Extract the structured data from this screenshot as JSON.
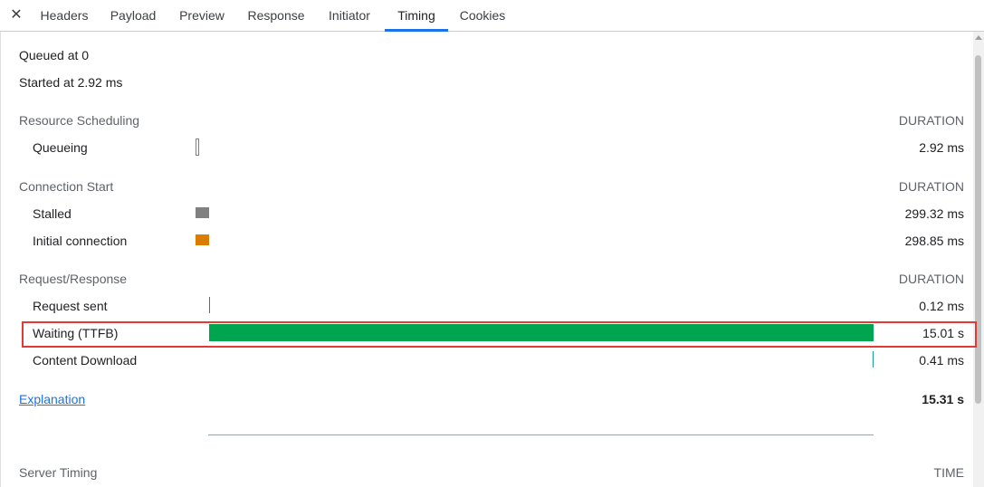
{
  "tabs": {
    "close_glyph": "✕",
    "items": [
      {
        "label": "Headers"
      },
      {
        "label": "Payload"
      },
      {
        "label": "Preview"
      },
      {
        "label": "Response"
      },
      {
        "label": "Initiator"
      },
      {
        "label": "Timing"
      },
      {
        "label": "Cookies"
      }
    ],
    "active": "Timing"
  },
  "timing": {
    "queued_at": "Queued at 0",
    "started_at": "Started at 2.92 ms",
    "sections": [
      {
        "title": "Resource Scheduling",
        "column": "DURATION",
        "rows": [
          {
            "label": "Queueing",
            "value": "2.92 ms"
          }
        ]
      },
      {
        "title": "Connection Start",
        "column": "DURATION",
        "rows": [
          {
            "label": "Stalled",
            "value": "299.32 ms"
          },
          {
            "label": "Initial connection",
            "value": "298.85 ms"
          }
        ]
      },
      {
        "title": "Request/Response",
        "column": "DURATION",
        "rows": [
          {
            "label": "Request sent",
            "value": "0.12 ms"
          },
          {
            "label": "Waiting (TTFB)",
            "value": "15.01 s"
          },
          {
            "label": "Content Download",
            "value": "0.41 ms"
          }
        ]
      }
    ],
    "explanation_link": "Explanation",
    "total": "15.31 s",
    "server_timing": {
      "title": "Server Timing",
      "column": "TIME"
    }
  },
  "colors": {
    "queueing": "#ffffff",
    "stalled": "#808080",
    "initial_connection": "#d97c00",
    "request_sent": "#3b7c8c",
    "waiting": "#00a64f",
    "content_download": "#1a9b9b",
    "highlight_box": "#e53935",
    "active_tab": "#1a73e8"
  }
}
